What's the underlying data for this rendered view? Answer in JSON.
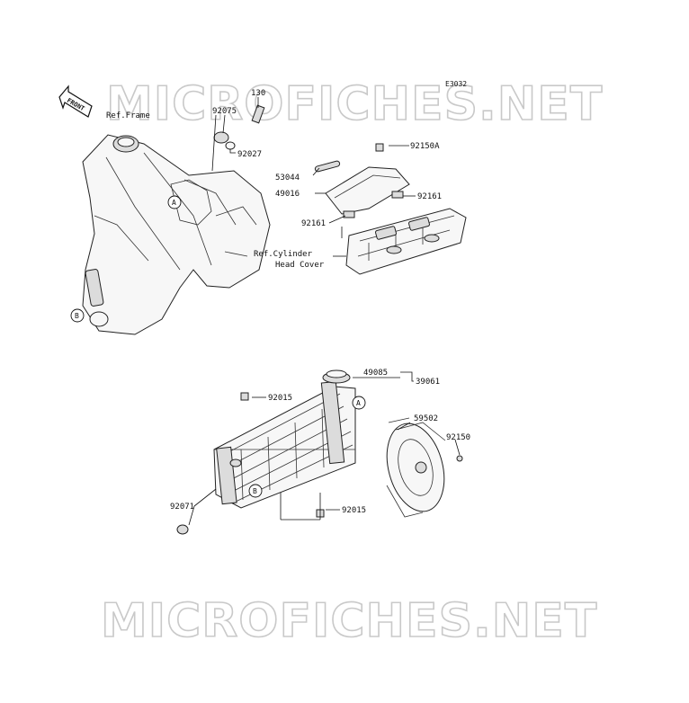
{
  "diagram_code": "E3032",
  "watermark": "MICROFICHES.NET",
  "front_arrow_label": "FRONT",
  "callouts": {
    "a": "A",
    "b": "B"
  },
  "labels": {
    "ref_frame": "Ref.Frame",
    "ref_cyl_1": "Ref.Cylinder",
    "ref_cyl_2": "Head Cover",
    "p130": "130",
    "p92075": "92075",
    "p92027": "92027",
    "p92150a": "92150A",
    "p53044": "53044",
    "p49016": "49016",
    "p92161a": "92161",
    "p92161b": "92161",
    "p49085": "49085",
    "p39061": "39061",
    "p92015a": "92015",
    "p59502": "59502",
    "p92150": "92150",
    "p92071": "92071",
    "p92015b": "92015"
  }
}
